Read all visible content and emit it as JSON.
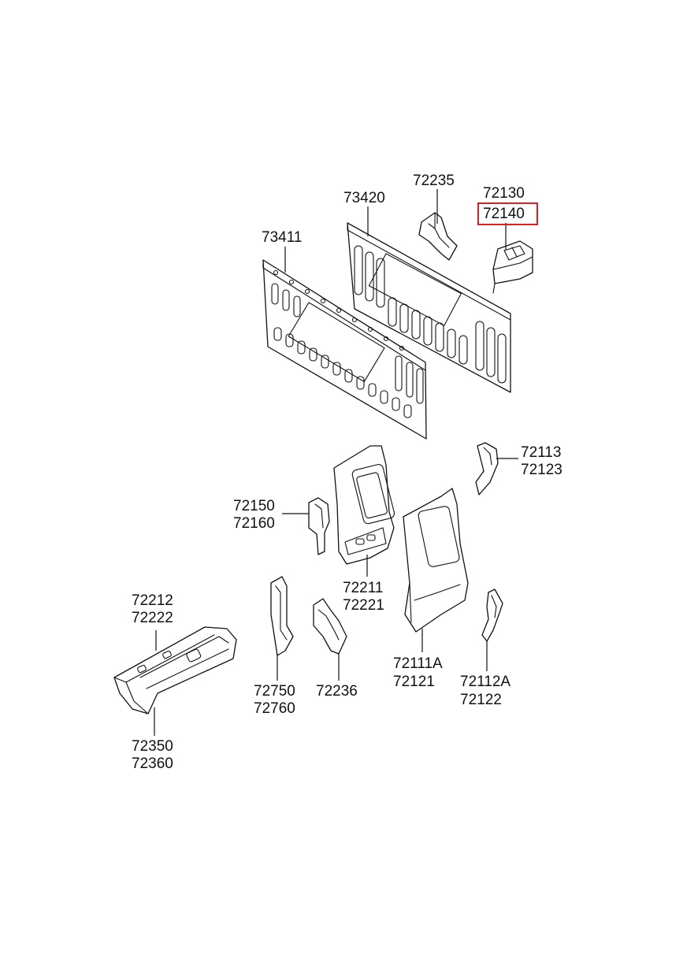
{
  "part_labels": {
    "p73420": "73420",
    "p72235": "72235",
    "p72130": "72130",
    "p72140": "72140",
    "p73411": "73411",
    "p72113": "72113",
    "p72123": "72123",
    "p72150": "72150",
    "p72160": "72160",
    "p72211": "72211",
    "p72221": "72221",
    "p72212": "72212",
    "p72222": "72222",
    "p72750": "72750",
    "p72760": "72760",
    "p72236": "72236",
    "p72111A": "72111A",
    "p72121": "72121",
    "p72112A": "72112A",
    "p72122": "72122",
    "p72350": "72350",
    "p72360": "72360"
  },
  "highlight": {
    "part": "72140",
    "color": "#e02020"
  }
}
